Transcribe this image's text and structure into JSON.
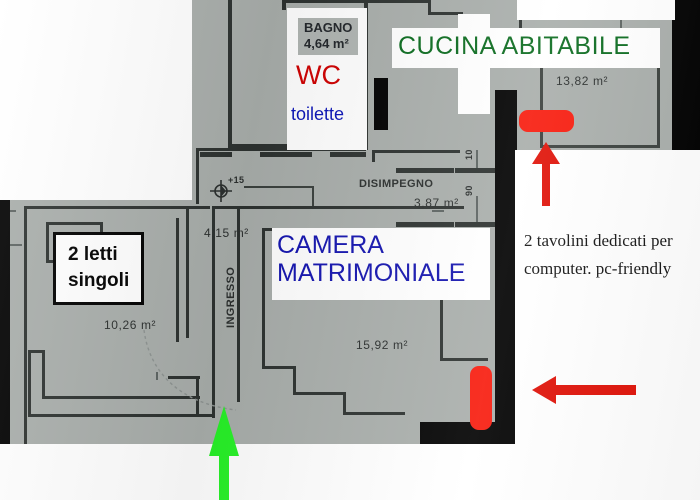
{
  "document": {
    "type": "apartment-floor-plan",
    "language": "it"
  },
  "plan_labels": {
    "bagno": "BAGNO",
    "bagno_area": "4,64 m²",
    "disimpegno": "DISIMPEGNO",
    "disimpegno_area": "3,87 m²",
    "ingresso": "INGRESSO",
    "camera_area": "15,92 m²",
    "cucina_area": "13,82 m²",
    "soggiorno_area": "10,26 m²",
    "corridoio_area": "4,15 m²",
    "level_mark": "+15",
    "dim_90": "90",
    "dim_10": "10"
  },
  "annotations": {
    "wc": "WC",
    "toilette": "toilette",
    "cucina": "CUCINA  ABITABILE",
    "camera_line1": "CAMERA",
    "camera_line2": "MATRIMONIALE",
    "letti_line1": "2 letti",
    "letti_line2": "singoli",
    "pc_note": "2 tavolini dedicati per computer. pc-friendly"
  },
  "colors": {
    "red_marker": "#f81b0d",
    "green_arrow": "#27f227",
    "green_text": "#0a6b1e",
    "blue_text": "#1414b0",
    "red_text": "#d00000",
    "paper_grey": "#a9aeab",
    "wall_black": "#000000"
  },
  "markers": {
    "desk_kitchen": "red-pill-horizontal",
    "desk_bedroom": "red-pill-vertical",
    "arrow_kitchen": "red-arrow-up",
    "arrow_bedroom": "red-arrow-left",
    "arrow_entrance": "green-arrow-up"
  }
}
